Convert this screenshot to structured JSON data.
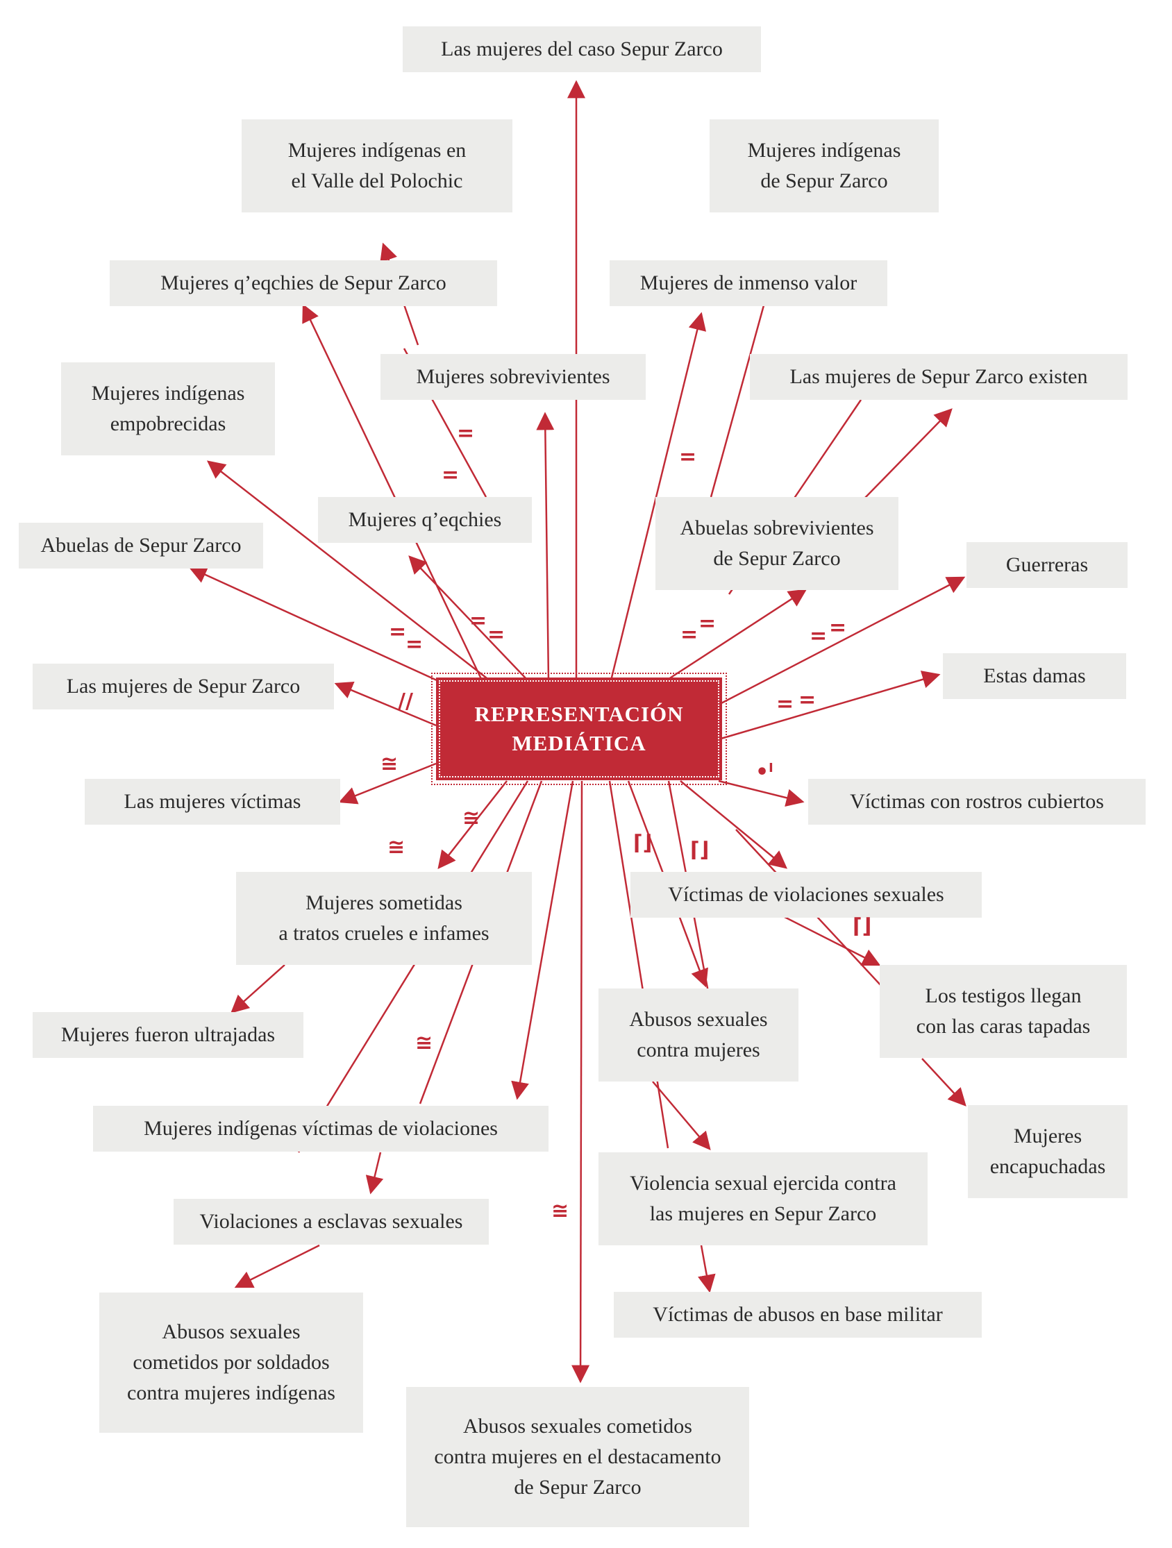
{
  "center": {
    "label": "REPRESENTACIÓN\nMEDIÁTICA"
  },
  "nodes": {
    "caso": "Las mujeres del caso Sepur Zarco",
    "polochic": "Mujeres indígenas en\nel Valle del Polochic",
    "indigenas_sz": "Mujeres indígenas\nde Sepur Zarco",
    "qeqchies_sz": "Mujeres q’eqchies de Sepur Zarco",
    "inmenso": "Mujeres de inmenso valor",
    "sobrevivientes": "Mujeres sobrevivientes",
    "existen": "Las mujeres de Sepur Zarco existen",
    "empobrecidas": "Mujeres indígenas\nempobrecidas",
    "qeqchies": "Mujeres q’eqchies",
    "abuelas_sobrev": "Abuelas sobrevivientes\nde Sepur Zarco",
    "abuelas": "Abuelas de Sepur Zarco",
    "guerreras": "Guerreras",
    "estas_damas": "Estas damas",
    "mujeres_sz": "Las mujeres de Sepur Zarco",
    "victimas": "Las mujeres víctimas",
    "rostros": "Víctimas con rostros cubiertos",
    "violaciones_sex": "Víctimas de violaciones sexuales",
    "sometidas": "Mujeres sometidas\na tratos crueles e infames",
    "testigos": "Los testigos llegan\ncon las caras tapadas",
    "ultrajadas": "Mujeres fueron ultrajadas",
    "abusos_mujeres": "Abusos sexuales\ncontra mujeres",
    "encapuchadas": "Mujeres\nencapuchadas",
    "ind_violaciones": "Mujeres indígenas víctimas de violaciones",
    "violencia_sz": "Violencia sexual ejercida contra\nlas mujeres en Sepur Zarco",
    "esclavas": "Violaciones a esclavas sexuales",
    "base_militar": "Víctimas de abusos en base militar",
    "soldados": "Abusos sexuales\ncometidos por soldados\ncontra mujeres indígenas",
    "destacamento": "Abusos sexuales cometidos\ncontra mujeres en el destacamento\nde Sepur Zarco"
  },
  "colors": {
    "accent": "#c12a36",
    "box": "#ececea",
    "text": "#2a2a2a"
  }
}
